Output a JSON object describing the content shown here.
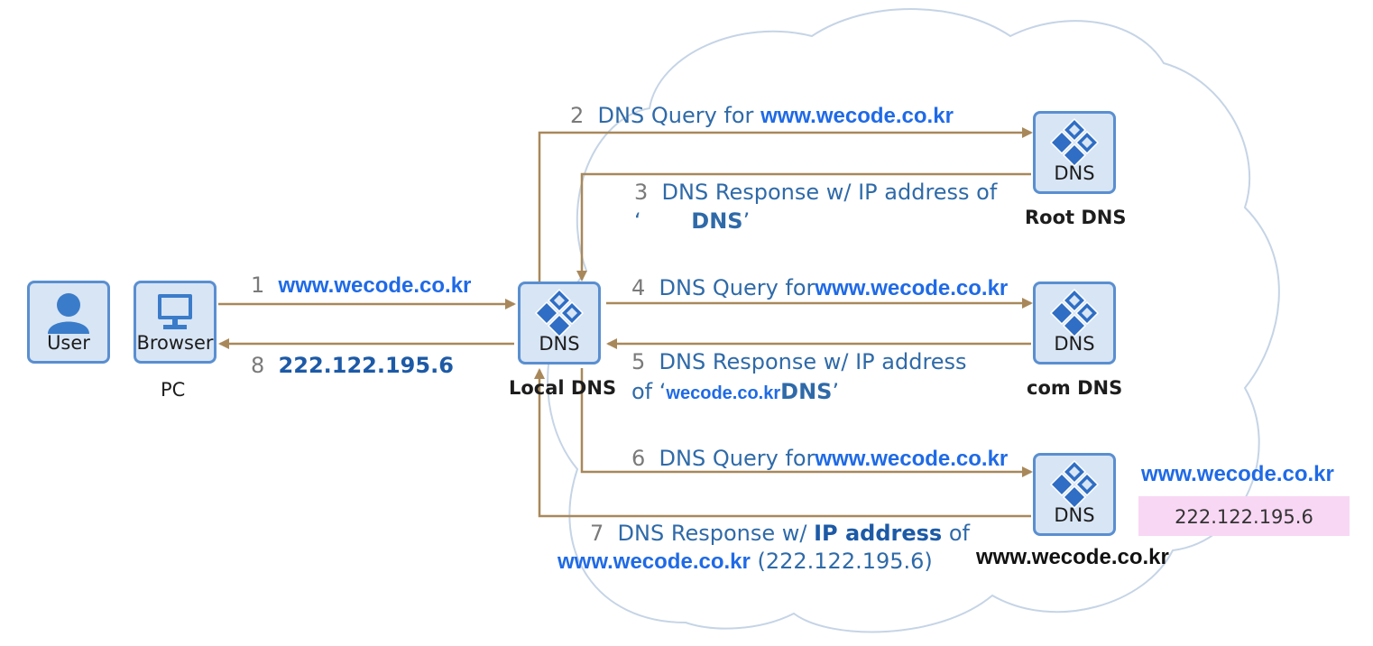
{
  "colors": {
    "arrow": "#a8885a",
    "node_fill": "#d8e5f5",
    "node_border": "#5a8fd0",
    "label_text": "#2f6aa8",
    "url_text": "#1f6ae6",
    "ip_highlight": "#f8d7f4"
  },
  "nodes": {
    "user": {
      "label": "User",
      "icon": "user-icon"
    },
    "browser": {
      "label": "Browser",
      "icon": "monitor-icon",
      "caption": "PC"
    },
    "local_dns": {
      "label": "DNS",
      "icon": "dns-icon",
      "caption": "Local DNS"
    },
    "root_dns": {
      "label": "DNS",
      "icon": "dns-icon",
      "caption": "Root DNS"
    },
    "com_dns": {
      "label": "DNS",
      "icon": "dns-icon",
      "caption": "com DNS"
    },
    "auth_dns": {
      "label": "DNS",
      "icon": "dns-icon",
      "caption": "www.wecode.co.kr"
    }
  },
  "steps": {
    "s1": {
      "num": "1",
      "url": "www.wecode.co.kr"
    },
    "s8": {
      "num": "8",
      "ip": "222.122.195.6"
    },
    "s2": {
      "num": "2",
      "text": "DNS Query for",
      "url": "www.wecode.co.kr"
    },
    "s3": {
      "num": "3",
      "text": "DNS Response w/ IP address of",
      "quote_open": "‘",
      "dns": "DNS",
      "quote_close": "’"
    },
    "s4": {
      "num": "4",
      "text": "DNS Query for",
      "url": "www.wecode.co.kr"
    },
    "s5": {
      "num": "5",
      "text": "DNS Response w/ IP address",
      "of": "of",
      "quote_open": "‘",
      "domain": "wecode.co.kr",
      "dns": "DNS",
      "quote_close": "’"
    },
    "s6": {
      "num": "6",
      "text": "DNS Query for",
      "url": "www.wecode.co.kr"
    },
    "s7": {
      "num": "7",
      "text": "DNS Response w/",
      "bold": "IP address",
      "of": "of",
      "url": "www.wecode.co.kr",
      "ip": "(222.122.195.6)"
    }
  },
  "record": {
    "domain": "www.wecode.co.kr",
    "ip": "222.122.195.6"
  }
}
